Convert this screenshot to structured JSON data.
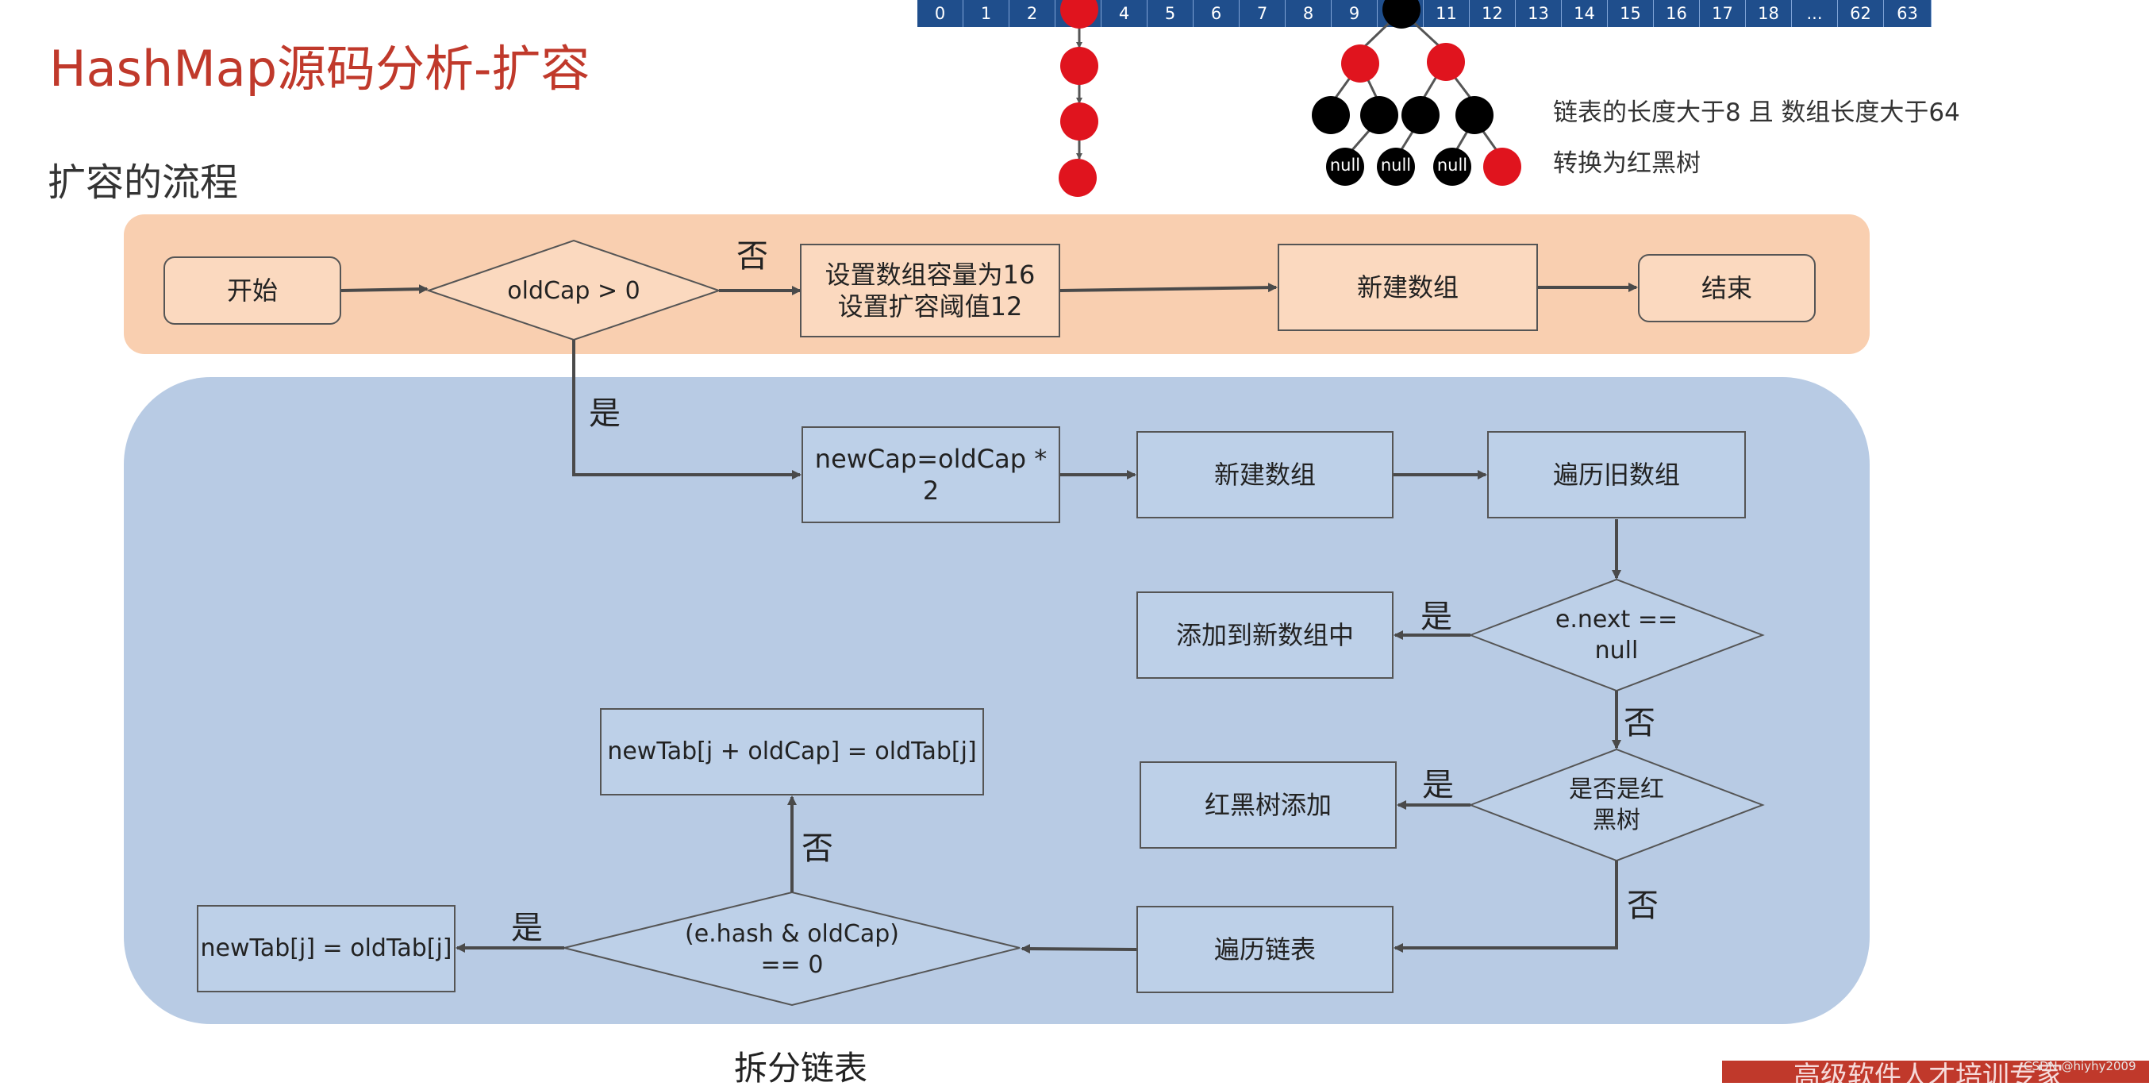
{
  "title": "HashMap源码分析-扩容",
  "subtitle": "扩容的流程",
  "array_cells": [
    "0",
    "1",
    "2",
    "",
    "4",
    "5",
    "6",
    "7",
    "8",
    "9",
    "",
    "11",
    "12",
    "13",
    "14",
    "15",
    "16",
    "17",
    "18",
    "...",
    "62",
    "63"
  ],
  "tree_notes": [
    "链表的长度大于8 且 数组长度大于64",
    "转换为红黑树"
  ],
  "null_label": "null",
  "nodes": {
    "start": "开始",
    "cond_oldcap": "oldCap > 0",
    "set_default": "设置数组容量为16\n设置扩容阈值12",
    "new_array_top": "新建数组",
    "end": "结束",
    "new_cap": "newCap=oldCap * 2",
    "new_array": "新建数组",
    "iterate_old": "遍历旧数组",
    "cond_next_null": "e.next ==\nnull",
    "add_new_array": "添加到新数组中",
    "cond_red_black": "是否是红\n黑树",
    "rb_add": "红黑树添加",
    "iterate_list": "遍历链表",
    "cond_hash": "(e.hash & oldCap)\n== 0",
    "assign_same": "newTab[j] = oldTab[j]",
    "assign_offset": "newTab[j + oldCap] = oldTab[j]"
  },
  "edge_labels": {
    "no_oldcap": "否",
    "yes_oldcap": "是",
    "yes_next_null": "是",
    "no_next_null": "否",
    "yes_red_black": "是",
    "no_red_black": "否",
    "yes_hash": "是",
    "no_hash": "否"
  },
  "footer_label": "拆分链表",
  "banner_text": "高级软件人才培训专家",
  "watermark": "CSDN @hiyhy2009",
  "colors": {
    "title_red": "#c0392b",
    "node_red": "#e0141e",
    "node_black": "#000000",
    "array_blue": "#1f4e8c",
    "panel_orange": "#f9cfb0",
    "panel_blue": "#b8cbe4",
    "arrow": "#4a4a4a"
  }
}
